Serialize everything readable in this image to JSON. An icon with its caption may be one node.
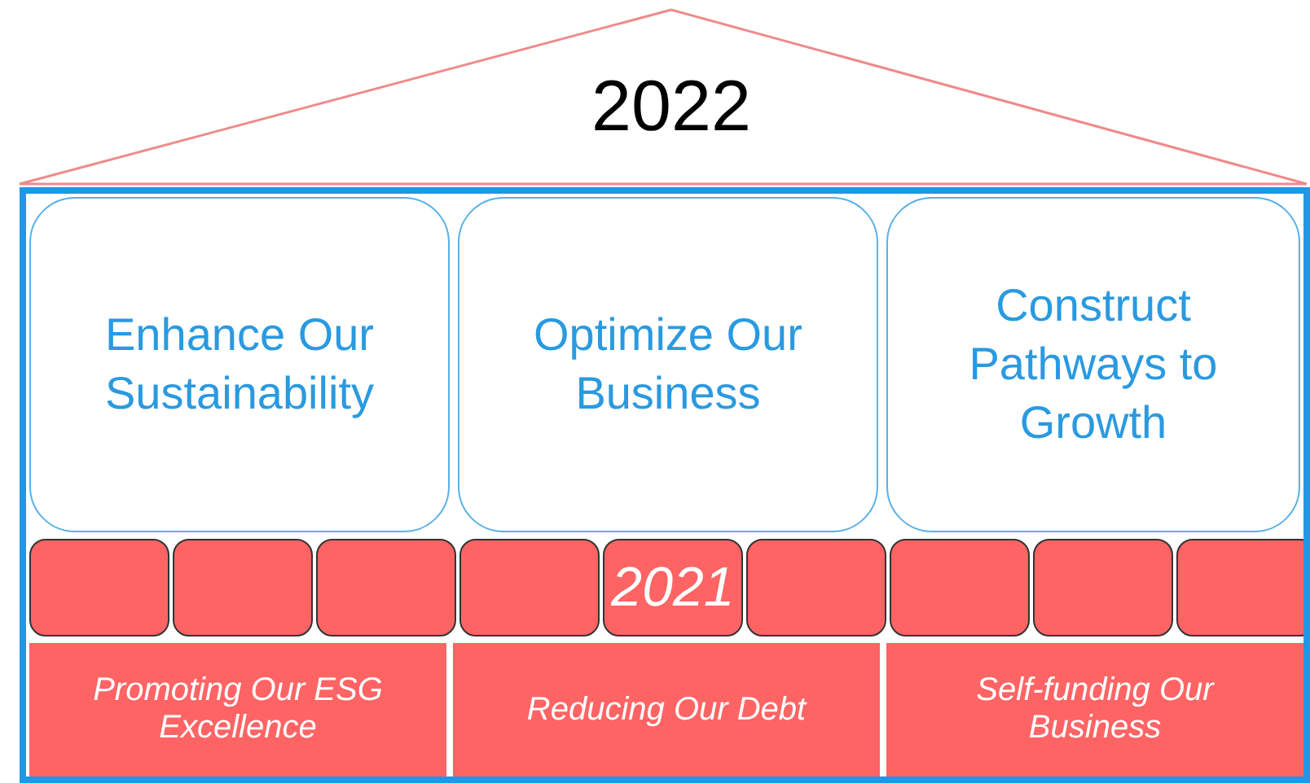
{
  "diagram": {
    "nodes": [
      {
        "text": [
          "2022"
        ]
      },
      {
        "text": [],
        "shape": "box"
      },
      {
        "text": [
          "Enhance Our Sustainability"
        ],
        "in": 1
      },
      {
        "text": [
          "Optimize Our Business"
        ],
        "in": 1
      },
      {
        "text": [
          "Construct Pathways to Growth"
        ],
        "in": 1
      },
      {
        "text": [],
        "shape": "box",
        "in": 1
      },
      {
        "text": [],
        "shape": "box",
        "in": 1
      },
      {
        "text": [],
        "shape": "box",
        "in": 1
      },
      {
        "text": [],
        "shape": "box",
        "in": 1
      },
      {
        "text": [
          "2021"
        ],
        "in": 1
      },
      {
        "text": [],
        "shape": "box",
        "in": 1
      },
      {
        "text": [],
        "shape": "box",
        "in": 1
      },
      {
        "text": [],
        "shape": "box",
        "in": 1
      },
      {
        "text": [],
        "shape": "box",
        "in": 1
      },
      {
        "text": [
          "Promoting Our ESG Excellence"
        ],
        "in": 1
      },
      {
        "text": [
          "Reducing Our Debt"
        ],
        "in": 1
      },
      {
        "text": [
          "Self-funding Our Business"
        ],
        "in": 1
      }
    ]
  }
}
